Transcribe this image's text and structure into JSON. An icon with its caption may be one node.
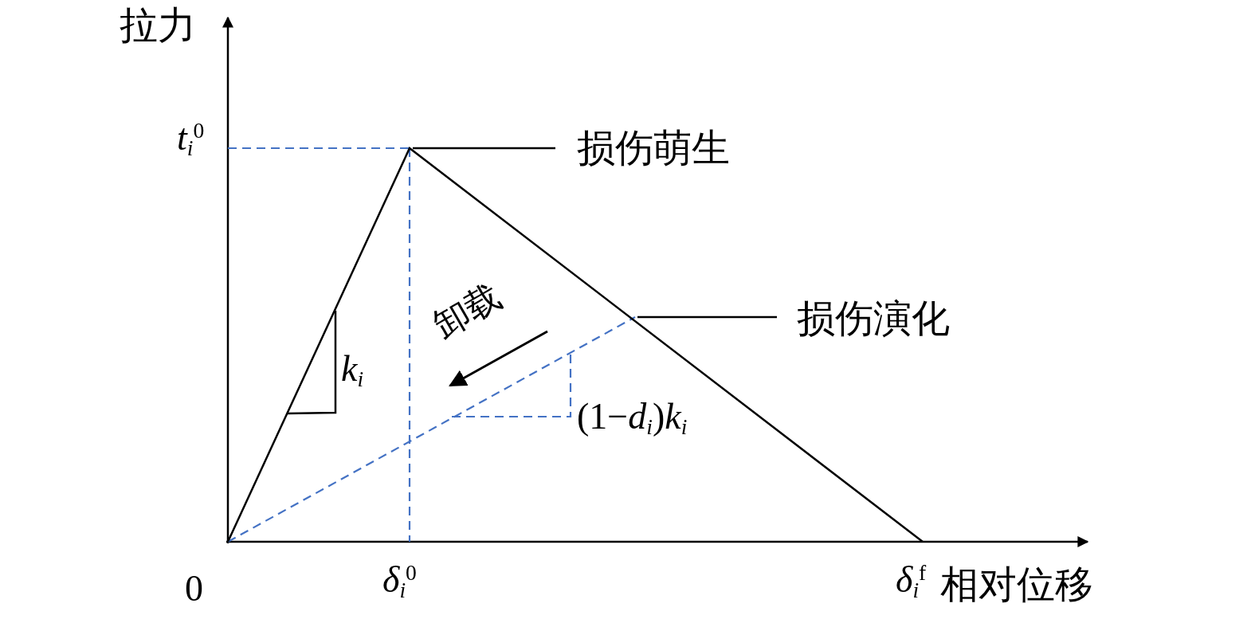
{
  "diagram": {
    "nodes": [
      {
        "text": [
          "损伤萌生"
        ]
      },
      {
        "text": [
          "损伤演化"
        ]
      }
    ],
    "edges": [
      {
        "from": 0,
        "to": null,
        "arrow": "none"
      },
      {
        "from": 1,
        "to": null,
        "arrow": "none"
      }
    ],
    "labels": [
      "拉力",
      "*t*$_{i}$$^{0}$",
      "卸载",
      "*k*$_{i}$",
      "(1−*d*$_{i}$)*k*$_{i}$",
      "0",
      "*δ*$_{i}$$^{0}$",
      "*δ*$_{i}$$^{f}$",
      "相对位移"
    ]
  }
}
